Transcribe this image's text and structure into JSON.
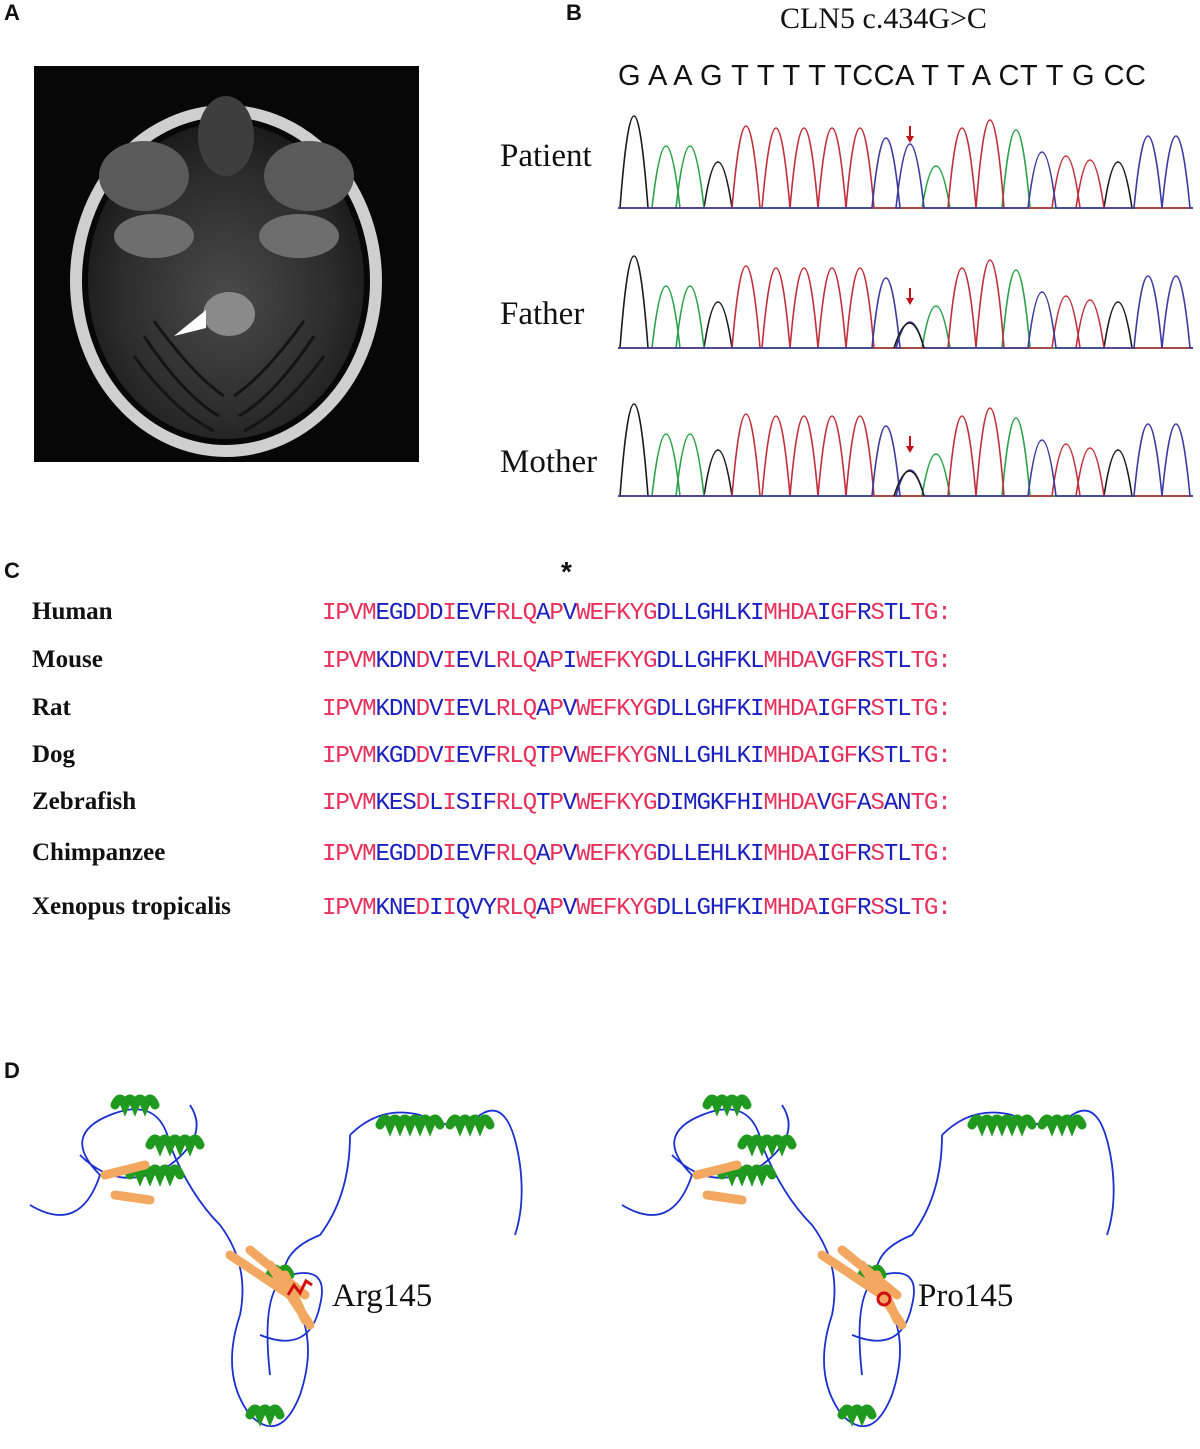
{
  "panels": {
    "a": "A",
    "b": "B",
    "c": "C",
    "d": "D"
  },
  "panel_b": {
    "title": "CLN5 c.434G>C",
    "bases": "G A A G T T T T TCCA T T A CT T G CC",
    "traces": [
      {
        "label": "Patient"
      },
      {
        "label": "Father"
      },
      {
        "label": "Mother"
      }
    ],
    "trace_colors": {
      "A": "#2aa14a",
      "C": "#3a3aa0",
      "G": "#1a1a1a",
      "T": "#c0303a"
    },
    "arrow_color": "#c0101a"
  },
  "panel_c": {
    "marker": "*",
    "species": [
      {
        "name": "Human",
        "sequence": "IPVMEGDDDIEVFRLQAPVWEFKYGDLLGHLKIMHDAIGFRSTLTG:"
      },
      {
        "name": "Mouse",
        "sequence": "IPVMKDNDVIEVLRLQAPIWEFKYGDLLGHFKLMHDAVGFRSTLTG:"
      },
      {
        "name": "Rat",
        "sequence": "IPVMKDNDVIEVLRLQAPVWEFKYGDLLGHFKIMHDAIGFRSTLTG:"
      },
      {
        "name": "Dog",
        "sequence": "IPVMKGDDVIEVFRLQTPVWEFKYGNLLGHLKIMHDAIGFKSTLTG:"
      },
      {
        "name": "Zebrafish",
        "sequence": "IPVMKESDLISIFRLQTPVWEFKYGDIMGKFHIMHDAVGFASANTG:"
      },
      {
        "name": "Chimpanzee",
        "sequence": "IPVMEGDDDIEVFRLQAPVWEFKYGDLLEHLKIMHDAIGFRSTLTG:"
      },
      {
        "name": "Xenopus tropicalis",
        "sequence": "IPVMKNEDIIQVYRLQAPVWEFKYGDLLGHFKIMHDAIGFRSSLTG:"
      }
    ],
    "colors": {
      "conserved": "#e8305a",
      "variable": "#1a1fbf"
    }
  },
  "panel_d": {
    "left_label": "Arg145",
    "right_label": "Pro145",
    "colors": {
      "helix": "#1f9a1f",
      "sheet": "#f2a860",
      "coil": "#1a2fd0",
      "residue": "#d01010"
    }
  }
}
